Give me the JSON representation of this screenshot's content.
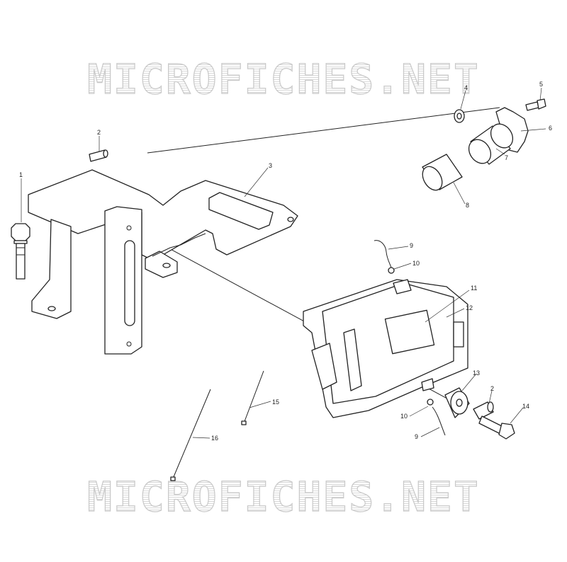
{
  "watermark": {
    "text": "MICROFICHES.NET"
  },
  "callouts": [
    {
      "id": "1",
      "label": "1"
    },
    {
      "id": "2a",
      "label": "2"
    },
    {
      "id": "3",
      "label": "3"
    },
    {
      "id": "4",
      "label": "4"
    },
    {
      "id": "5",
      "label": "5"
    },
    {
      "id": "6",
      "label": "6"
    },
    {
      "id": "7",
      "label": "7"
    },
    {
      "id": "8",
      "label": "8"
    },
    {
      "id": "9a",
      "label": "9"
    },
    {
      "id": "10a",
      "label": "10"
    },
    {
      "id": "11",
      "label": "11"
    },
    {
      "id": "12",
      "label": "12"
    },
    {
      "id": "13",
      "label": "13"
    },
    {
      "id": "2b",
      "label": "2"
    },
    {
      "id": "14",
      "label": "14"
    },
    {
      "id": "10b",
      "label": "10"
    },
    {
      "id": "9b",
      "label": "9"
    },
    {
      "id": "15",
      "label": "15"
    },
    {
      "id": "16",
      "label": "16"
    }
  ]
}
